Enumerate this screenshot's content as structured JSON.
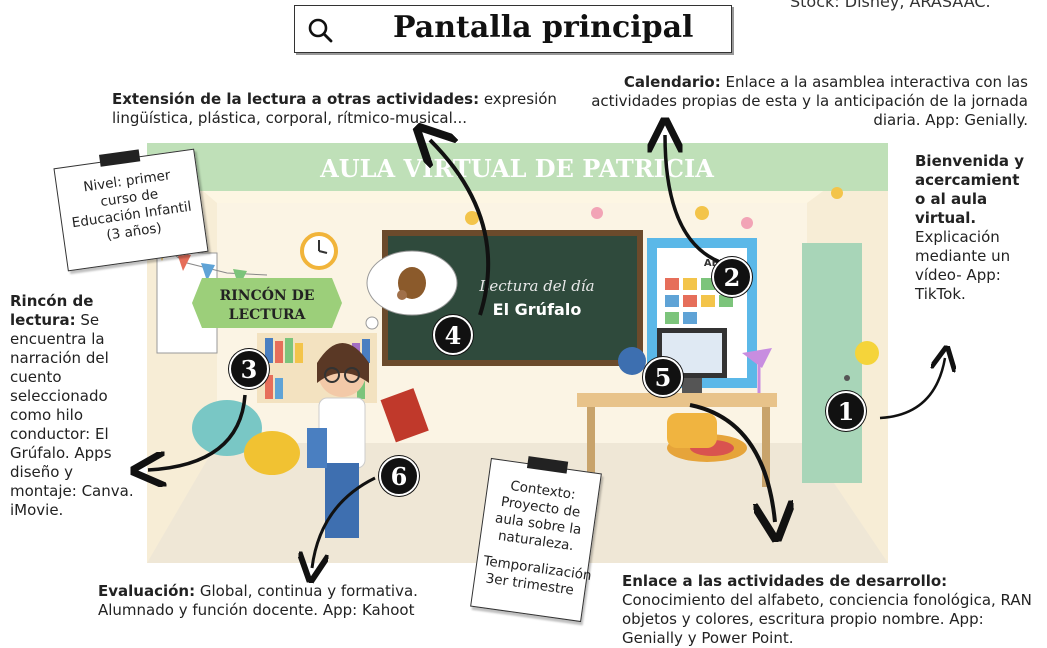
{
  "header": {
    "title": "Pantalla principal",
    "credit": "Stock: Disney, ARASAAC."
  },
  "scene": {
    "banner": "AULA VIRTUAL DE PATRICIA",
    "reading_corner_sign_line1": "RINCÓN DE",
    "reading_corner_sign_line2": "LECTURA",
    "board_line1": "Lectura del día",
    "board_line2": "El Grúfalo",
    "calendar_label": "ABRIL",
    "colors": {
      "wall": "#fdf6e3",
      "banner": "#bfe0b8",
      "board": "#2f4a3c",
      "floor": "#efe7d6",
      "door": "#a8d5b8"
    }
  },
  "notes": {
    "level": "Nivel: primer curso de Educación Infantil (3 años)",
    "context_line1": "Contexto: Proyecto de aula sobre la naturaleza.",
    "context_line2": "Temporalización 3er trimestre"
  },
  "annotations": {
    "extension": {
      "bold": "Extensión  de la lectura a otras actividades:",
      "text": " expresión lingüística, plástica, corporal, rítmico-musical..."
    },
    "calendario": {
      "bold": "Calendario:",
      "text": " Enlace a la asamblea interactiva con las actividades propias de esta y la anticipación de la jornada diaria. App: Genially."
    },
    "bienvenida": {
      "bold": "Bienvenida y acercamient o al aula virtual.",
      "text": " Explicación mediante un vídeo- App: TikTok."
    },
    "rincon": {
      "bold": "Rincón de lectura:",
      "text": " Se encuentra la narración del cuento seleccionado como hilo conductor: El Grúfalo. Apps diseño y montaje: Canva. iMovie."
    },
    "evaluacion": {
      "bold": "Evaluación:",
      "text": " Global, continua y formativa. Alumnado y función docente. App: Kahoot"
    },
    "enlace": {
      "bold": "Enlace a las actividades de desarrollo:",
      "text": " Conocimiento del alfabeto, conciencia fonológica, RAN objetos y colores, escritura propio nombre. App: Genially y Power Point."
    }
  },
  "badges": [
    "1",
    "2",
    "3",
    "4",
    "5",
    "6"
  ]
}
